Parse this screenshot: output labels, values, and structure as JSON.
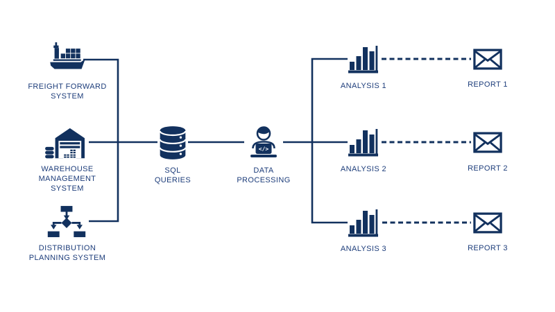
{
  "diagram": {
    "title_hint": "logistics data pipeline",
    "sources": [
      {
        "label": "FREIGHT FORWARD\nSYSTEM",
        "icon": "cargo-ship-icon"
      },
      {
        "label": "WAREHOUSE\nMANAGEMENT\nSYSTEM",
        "icon": "warehouse-icon"
      },
      {
        "label": "DISTRIBUTION\nPLANNING SYSTEM",
        "icon": "flowchart-icon"
      }
    ],
    "pipeline": [
      {
        "label": "SQL\nQUERIES",
        "icon": "database-icon"
      },
      {
        "label": "DATA\nPROCESSING",
        "icon": "developer-icon"
      }
    ],
    "laptop_code": "</>",
    "analyses": [
      {
        "label": "ANALYSIS 1",
        "icon": "bar-chart-icon"
      },
      {
        "label": "ANALYSIS 2",
        "icon": "bar-chart-icon"
      },
      {
        "label": "ANALYSIS 3",
        "icon": "bar-chart-icon"
      }
    ],
    "reports": [
      {
        "label": "REPORT 1",
        "icon": "envelope-icon"
      },
      {
        "label": "REPORT 2",
        "icon": "envelope-icon"
      },
      {
        "label": "REPORT 3",
        "icon": "envelope-icon"
      }
    ]
  },
  "colors": {
    "primary": "#12315e",
    "text": "#1c3c7a",
    "background": "#ffffff"
  }
}
